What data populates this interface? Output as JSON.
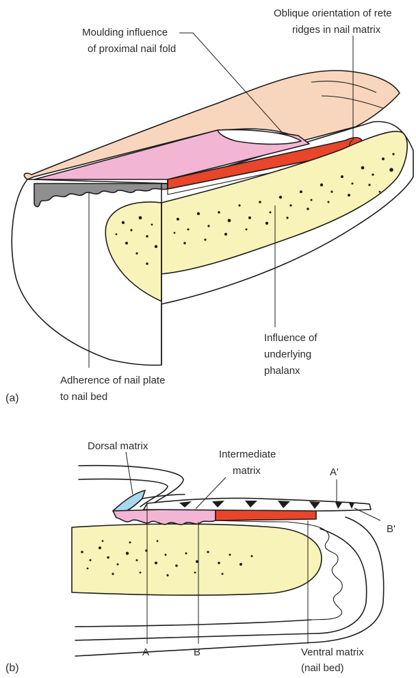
{
  "colors": {
    "skin": "#f8d6bd",
    "nail_plate": "#f2b6d4",
    "matrix_red": "#e8452b",
    "bone": "#f8f3b8",
    "nail_bed_grey": "#8f8f8f",
    "dorsal_blue": "#a9d8f0",
    "outline": "#1c1c1c"
  },
  "panel_a": {
    "tag": "(a)",
    "labels": {
      "moulding_l1": "Moulding influence",
      "moulding_l2": "of proximal nail fold",
      "oblique_l1": "Oblique orientation of rete",
      "oblique_l2": "ridges in nail matrix",
      "phalanx_l1": "Influence of",
      "phalanx_l2": "underlying",
      "phalanx_l3": "phalanx",
      "adherence_l1": "Adherence of nail plate",
      "adherence_l2": "to nail bed"
    }
  },
  "panel_b": {
    "tag": "(b)",
    "labels": {
      "dorsal": "Dorsal matrix",
      "intermediate_l1": "Intermediate",
      "intermediate_l2": "matrix",
      "a_prime": "A'",
      "b_prime": "B'",
      "a": "A",
      "b": "B",
      "ventral_l1": "Ventral matrix",
      "ventral_l2": "(nail bed)"
    }
  }
}
